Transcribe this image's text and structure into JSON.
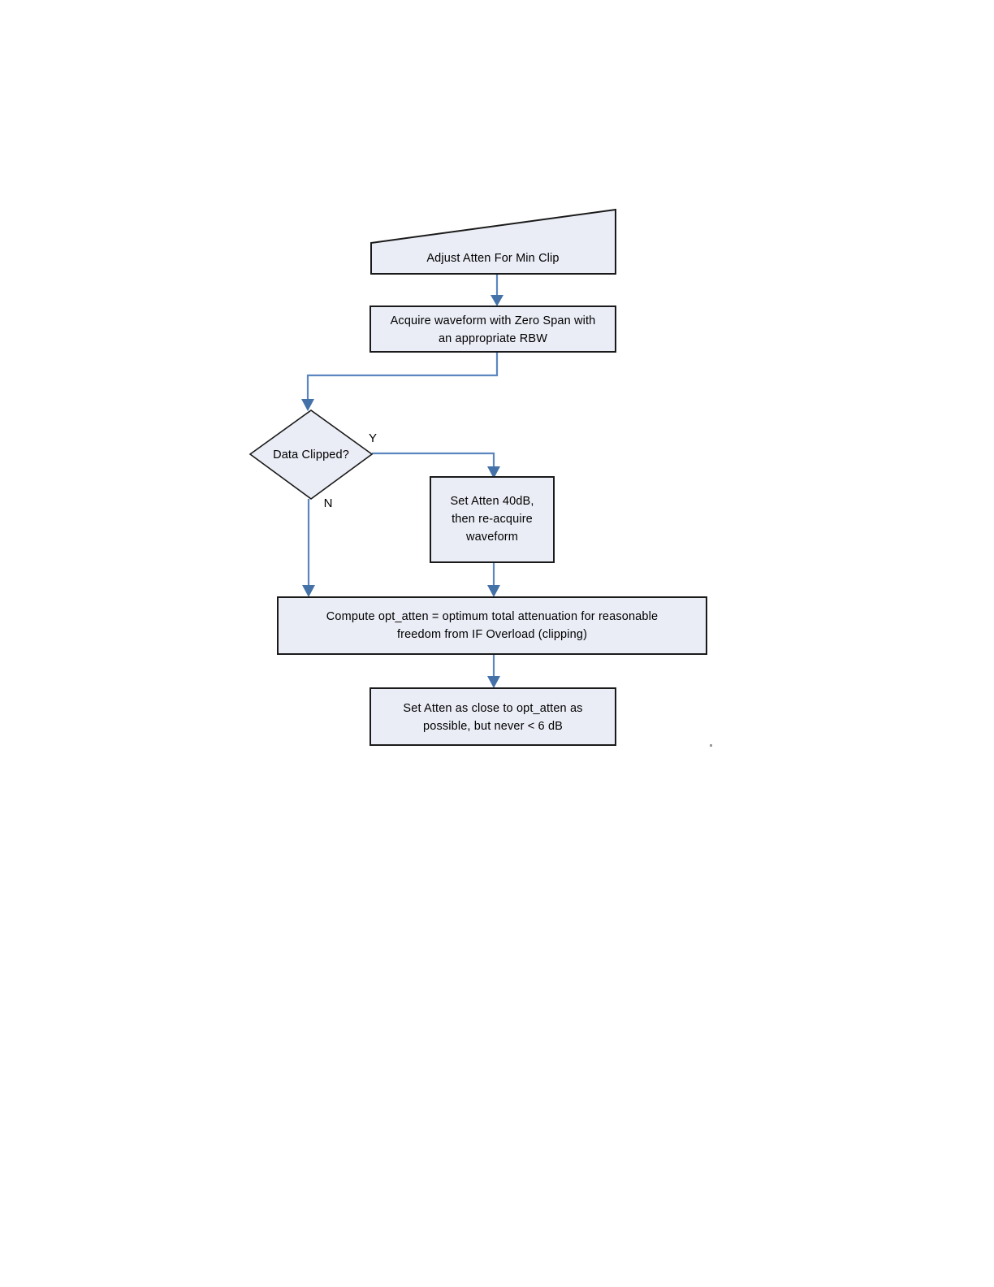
{
  "document": {
    "title": "Adjust Atten For Min Clip",
    "background_color": "#ffffff"
  },
  "theme": {
    "shape_fill": "#eaedf6",
    "shape_stroke": "#1a1a1a",
    "connector_color": "#5b86bf",
    "arrowhead_color": "#4472a8",
    "text_color": "#000000"
  },
  "chart_data": {
    "type": "diagram",
    "diagram_kind": "flowchart",
    "title": "Adjust Atten For Min Clip",
    "orientation": "top-to-bottom",
    "nodes": [
      {
        "id": "start",
        "shape": "trapezoid-slanted-top",
        "lines": [
          "Adjust Atten For Min Clip"
        ]
      },
      {
        "id": "acquire",
        "shape": "rectangle",
        "lines": [
          "Acquire waveform with Zero Span with",
          "an appropriate RBW"
        ]
      },
      {
        "id": "decision",
        "shape": "diamond",
        "lines": [
          "Data Clipped?"
        ]
      },
      {
        "id": "set40",
        "shape": "rectangle",
        "lines": [
          "Set Atten 40dB,",
          "then re-acquire",
          "waveform"
        ]
      },
      {
        "id": "compute",
        "shape": "rectangle",
        "lines": [
          "Compute opt_atten = optimum total attenuation for reasonable",
          "freedom from IF Overload (clipping)"
        ]
      },
      {
        "id": "setclose",
        "shape": "rectangle",
        "lines": [
          "Set Atten as close to opt_atten as",
          "possible, but never < 6 dB"
        ]
      }
    ],
    "edges": [
      {
        "from": "start",
        "to": "acquire",
        "label": ""
      },
      {
        "from": "acquire",
        "to": "decision",
        "label": ""
      },
      {
        "from": "decision",
        "to": "set40",
        "label": "Y"
      },
      {
        "from": "decision",
        "to": "compute",
        "label": "N"
      },
      {
        "from": "set40",
        "to": "compute",
        "label": ""
      },
      {
        "from": "compute",
        "to": "setclose",
        "label": ""
      }
    ]
  },
  "nodes": {
    "start": {
      "line1": "Adjust Atten For Min Clip"
    },
    "acquire": {
      "line1": "Acquire waveform with Zero Span with",
      "line2": "an appropriate RBW"
    },
    "decision": {
      "line1": "Data Clipped?"
    },
    "set40": {
      "line1": "Set Atten 40dB,",
      "line2": "then re-acquire",
      "line3": "waveform"
    },
    "compute": {
      "line1": "Compute opt_atten = optimum total attenuation for reasonable",
      "line2": "freedom from IF Overload (clipping)"
    },
    "setclose": {
      "line1": "Set Atten as close to opt_atten as",
      "line2": "possible, but never < 6 dB"
    }
  },
  "labels": {
    "yes": "Y",
    "no": "N"
  }
}
